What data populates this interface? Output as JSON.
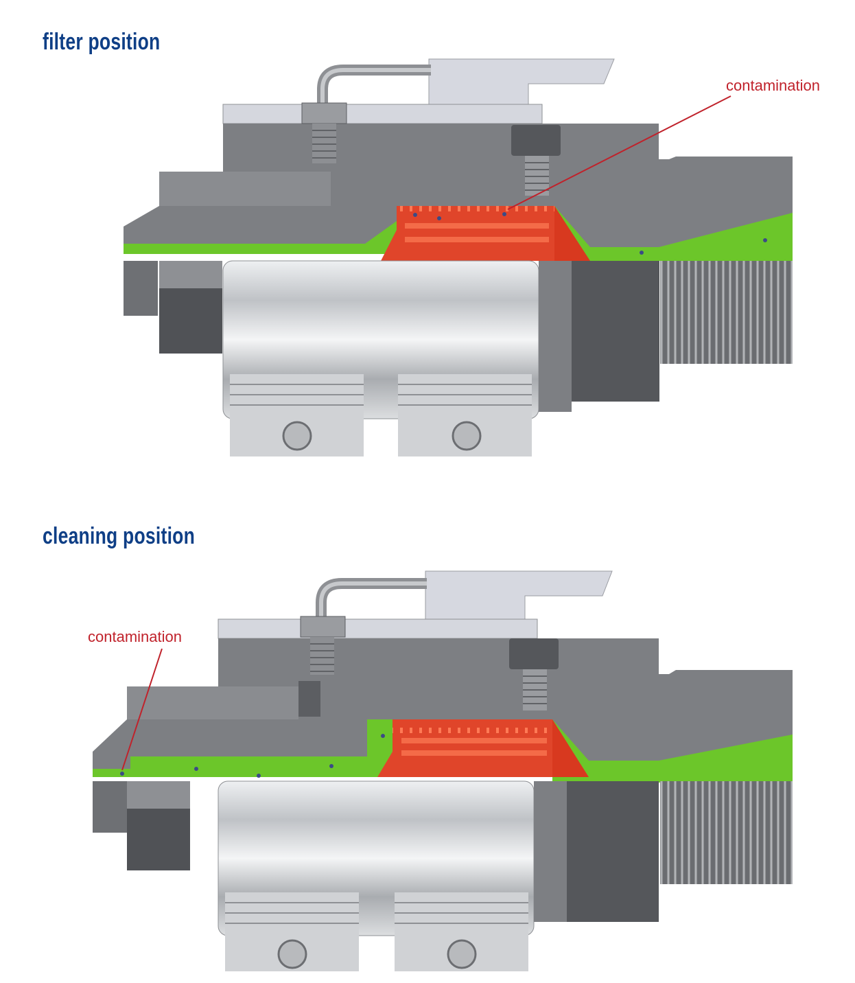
{
  "sections": {
    "filter": {
      "title": "filter position",
      "callout": "contamination"
    },
    "cleaning": {
      "title": "cleaning position",
      "callout": "contamination"
    }
  },
  "colors": {
    "title": "#0f3f86",
    "callout": "#c0222b",
    "housing": "#7d7f83",
    "housing_light": "#c9ccd4",
    "fluid": "#6cc62a",
    "filter_element": "#e0452a",
    "bowl_metal": "#d3d5d8"
  }
}
